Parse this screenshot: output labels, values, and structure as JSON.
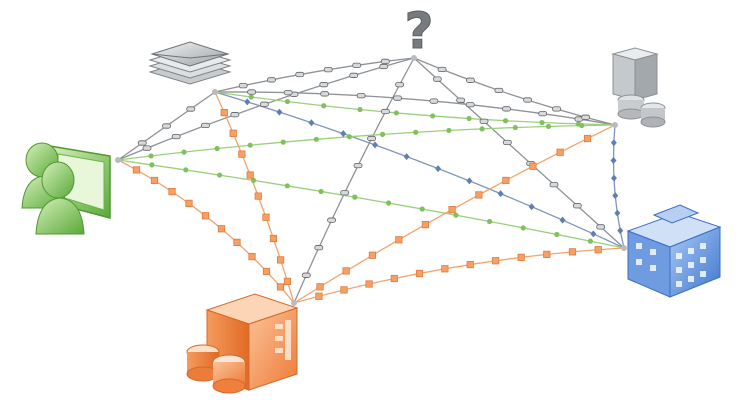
{
  "diagram": {
    "question_symbol": "?",
    "nodes": [
      {
        "id": "mail",
        "icon": "mail-stack-icon",
        "color": "#8f9396"
      },
      {
        "id": "unknown",
        "icon": "question-mark-icon",
        "color": "#7b7f83"
      },
      {
        "id": "database-server",
        "icon": "server-database-icon",
        "color": "#a7abae"
      },
      {
        "id": "users",
        "icon": "user-monitor-icon",
        "color": "#69b347"
      },
      {
        "id": "office-building",
        "icon": "office-building-icon",
        "color": "#4e86d6"
      },
      {
        "id": "datacenter",
        "icon": "datacenter-building-icon",
        "color": "#f08a4b"
      }
    ],
    "link_colors": {
      "gray": "#8e9398",
      "green": "#9ccf7c",
      "blue": "#7f95b8",
      "orange": "#f2a46e"
    }
  }
}
